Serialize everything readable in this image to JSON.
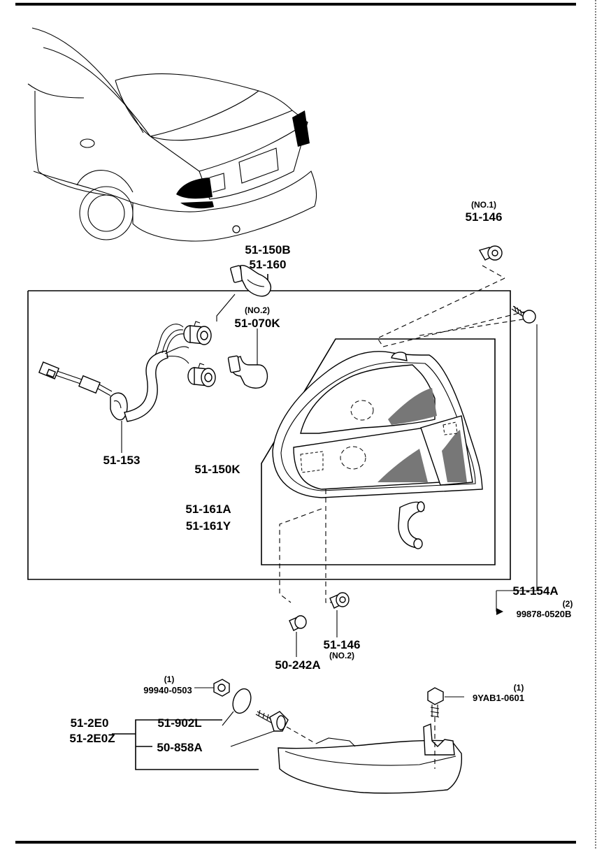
{
  "labels": {
    "assy_a": "51-150B",
    "assy_b": "51-160",
    "bulb_no": "(NO.2)",
    "bulb_a": "51-070K",
    "bulb_b": "51-150K",
    "socket": "51-153",
    "lens_a": "51-161A",
    "lens_b": "51-161Y",
    "nut1_no": "(NO.1)",
    "nut1": "51-146",
    "screw": "51-154A",
    "screw_qty": "(2)",
    "screw_part": "99878-0520B",
    "clip": "50-242A",
    "nut2": "51-146",
    "nut2_no": "(NO.2)",
    "nut3_qty": "(1)",
    "nut3": "99940-0503",
    "washer": "51-902L",
    "garnish_a": "51-2E0",
    "garnish_b": "51-2E0Z",
    "bolt_clip": "50-858A",
    "bolt_qty": "(1)",
    "bolt": "9YAB1-0601"
  }
}
